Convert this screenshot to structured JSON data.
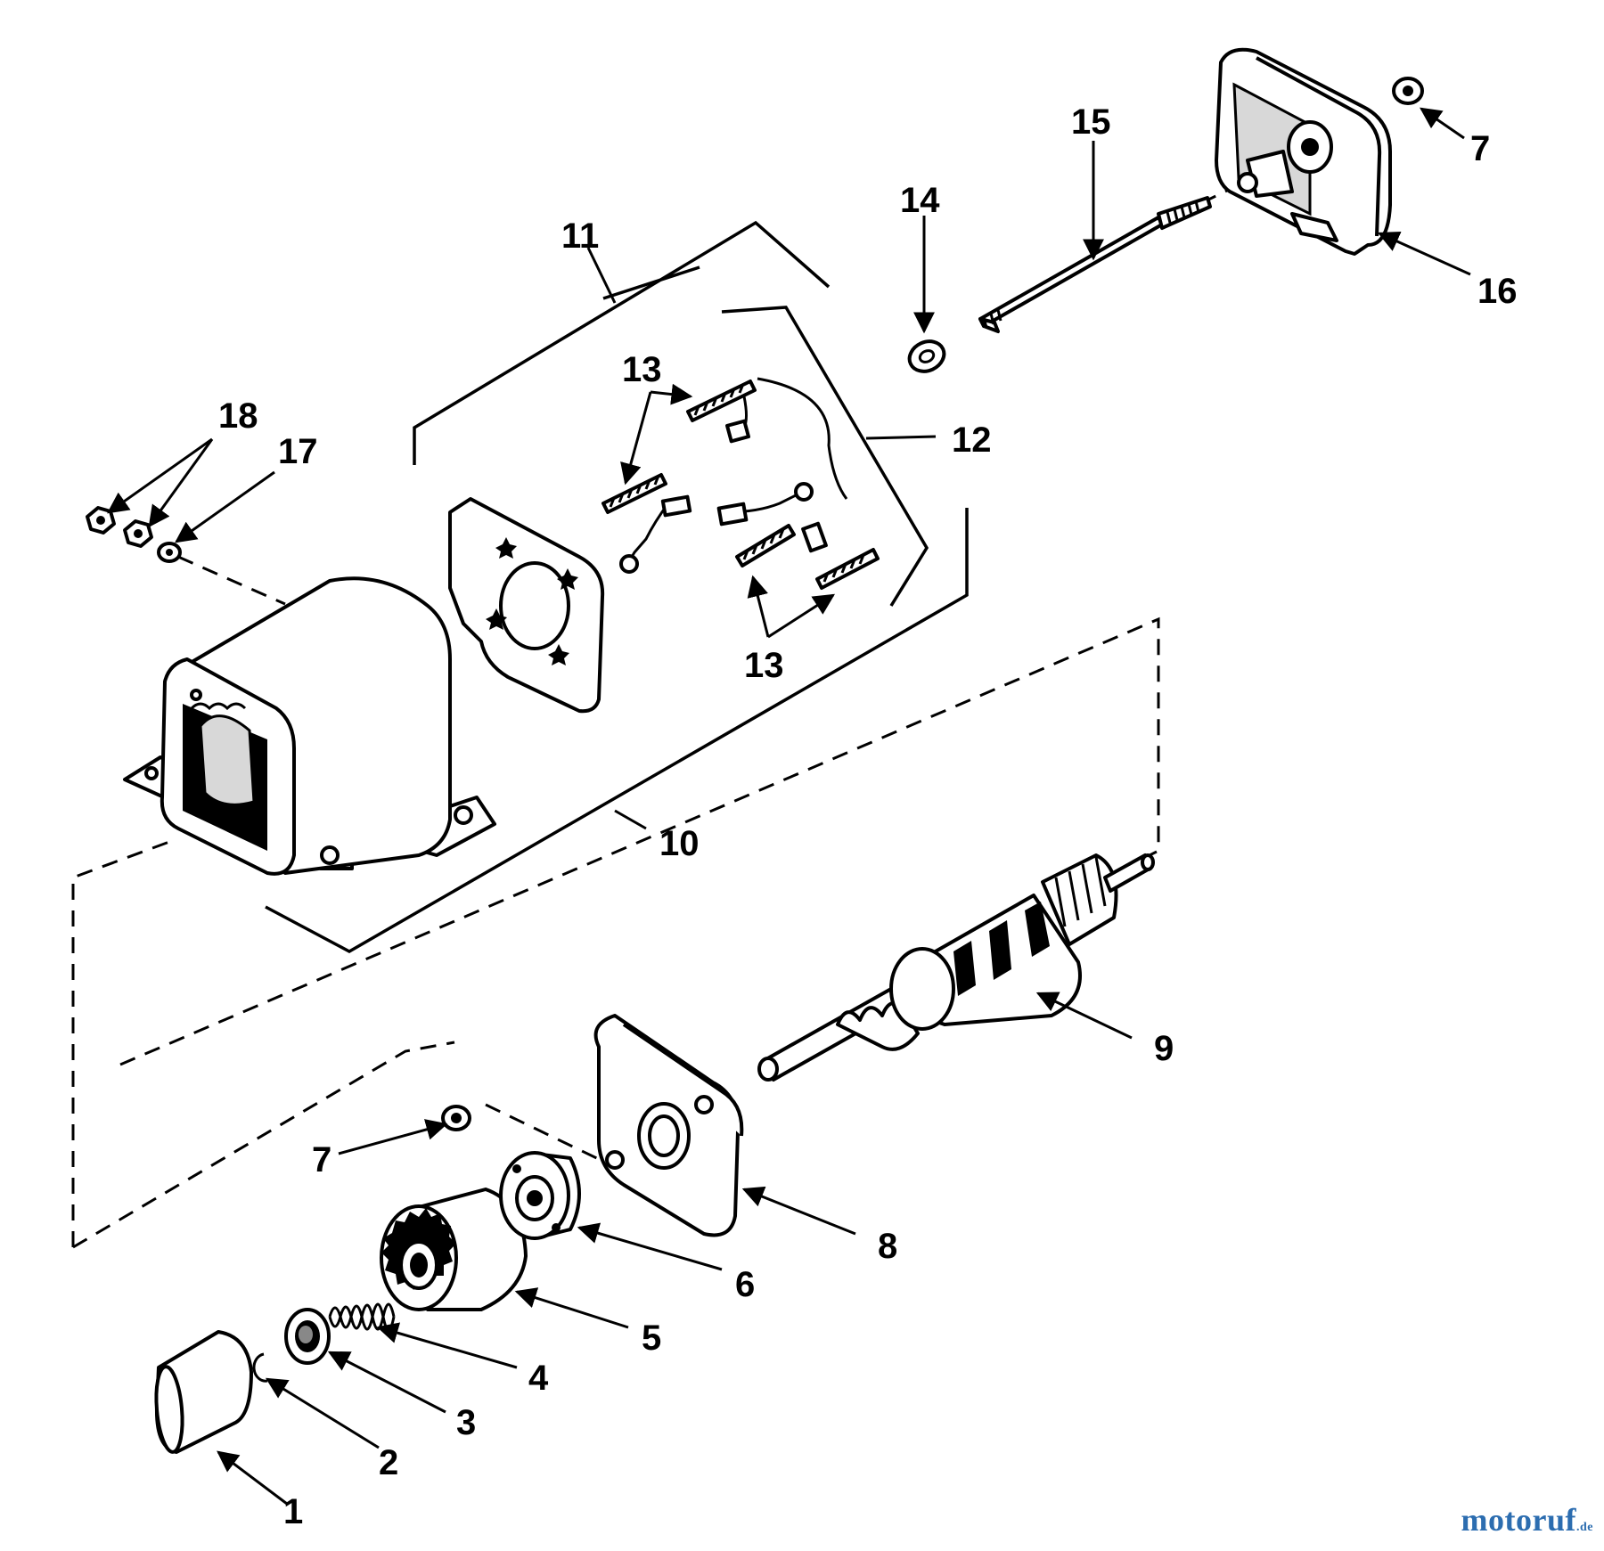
{
  "diagram": {
    "callouts": [
      "1",
      "2",
      "3",
      "4",
      "5",
      "6",
      "7",
      "8",
      "9",
      "10",
      "11",
      "12",
      "13",
      "13",
      "14",
      "15",
      "16",
      "17",
      "18",
      "7"
    ]
  },
  "watermark": {
    "brand": "motoruf",
    "tld": ".de"
  },
  "colors": {
    "ink": "#000000",
    "paper": "#ffffff",
    "watermark": "#2c6db0"
  }
}
